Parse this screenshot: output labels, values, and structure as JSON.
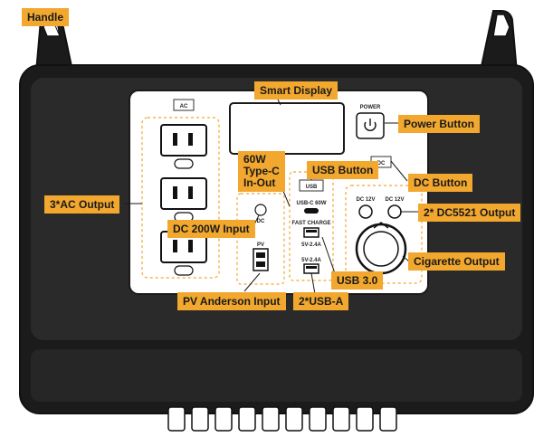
{
  "panel_labels": {
    "ac": "AC",
    "power": "POWER",
    "usb": "USB",
    "usb_c_60w": "USB-C 60W",
    "fast_charge": "FAST CHARGE",
    "usb_a_1": "5V-2.4A",
    "usb_a_2": "5V-2.4A",
    "dc_button": "DC",
    "dc_12v_left": "DC 12V",
    "dc_12v_right": "DC 12V",
    "dc_input": "DC",
    "pv": "PV"
  },
  "callouts": {
    "handle": "Handle",
    "smart_display": "Smart Display",
    "power_button": "Power Button",
    "type_c_line1": "60W",
    "type_c_line2": "Type-C",
    "type_c_line3": "In-Out",
    "usb_button": "USB Button",
    "dc_button": "DC Button",
    "ac_output": "3*AC Output",
    "dc_200w_input": "DC 200W Input",
    "dc5521_output": "2* DC5521 Output",
    "cigarette_output": "Cigarette Output",
    "usb_3": "USB 3.0",
    "pv_anderson_input": "PV Anderson Input",
    "usb_a": "2*USB-A"
  },
  "colors": {
    "callout": "#f2a72e",
    "body": "#1b1b1b",
    "panel": "#ffffff",
    "outline": "#1a1a1a",
    "dashed_group": "#f2a72e"
  }
}
